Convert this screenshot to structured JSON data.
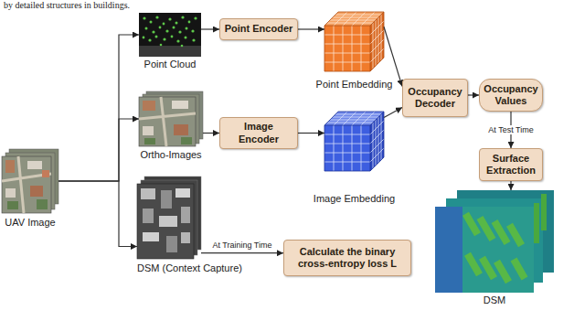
{
  "diagram": {
    "nodes": [
      {
        "text": [
          "UAV Image"
        ]
      },
      {
        "text": [
          "Point Cloud"
        ]
      },
      {
        "text": [
          "Point Encoder"
        ]
      },
      {
        "text": [
          "Point Embedding"
        ]
      },
      {
        "text": [
          "Ortho-Images"
        ]
      },
      {
        "text": [
          "Image Encoder"
        ]
      },
      {
        "text": [
          "Image Embedding"
        ]
      },
      {
        "text": [
          "Occupancy Decoder"
        ]
      },
      {
        "text": [
          "Occupancy Values"
        ]
      },
      {
        "text": [
          "Surface Extraction"
        ]
      },
      {
        "text": [
          "DSM"
        ]
      },
      {
        "text": [
          "DSM (Context Capture)"
        ]
      },
      {
        "text": [
          "Calculate the binary cross-entropy loss L"
        ]
      }
    ],
    "edges": [
      {
        "from": 0,
        "to": 1,
        "arrow": "to"
      },
      {
        "from": 0,
        "to": 4,
        "arrow": "to"
      },
      {
        "from": 0,
        "to": 11,
        "arrow": "to"
      },
      {
        "from": 1,
        "to": 2,
        "arrow": "to"
      },
      {
        "from": 2,
        "to": 3,
        "arrow": "to"
      },
      {
        "from": 4,
        "to": 5,
        "arrow": "to"
      },
      {
        "from": 5,
        "to": 6,
        "arrow": "to"
      },
      {
        "from": 3,
        "to": 7,
        "arrow": "to"
      },
      {
        "from": 6,
        "to": 7,
        "arrow": "to"
      },
      {
        "from": 7,
        "to": 8,
        "arrow": "to"
      },
      {
        "from": 8,
        "to": 9,
        "label": "At Test Time",
        "arrow": "to"
      },
      {
        "from": 9,
        "to": 10,
        "arrow": "to"
      },
      {
        "from": 11,
        "to": 12,
        "label": "At Training Time",
        "arrow": "to"
      }
    ],
    "labels": [
      "by detailed structures in buildings."
    ]
  }
}
